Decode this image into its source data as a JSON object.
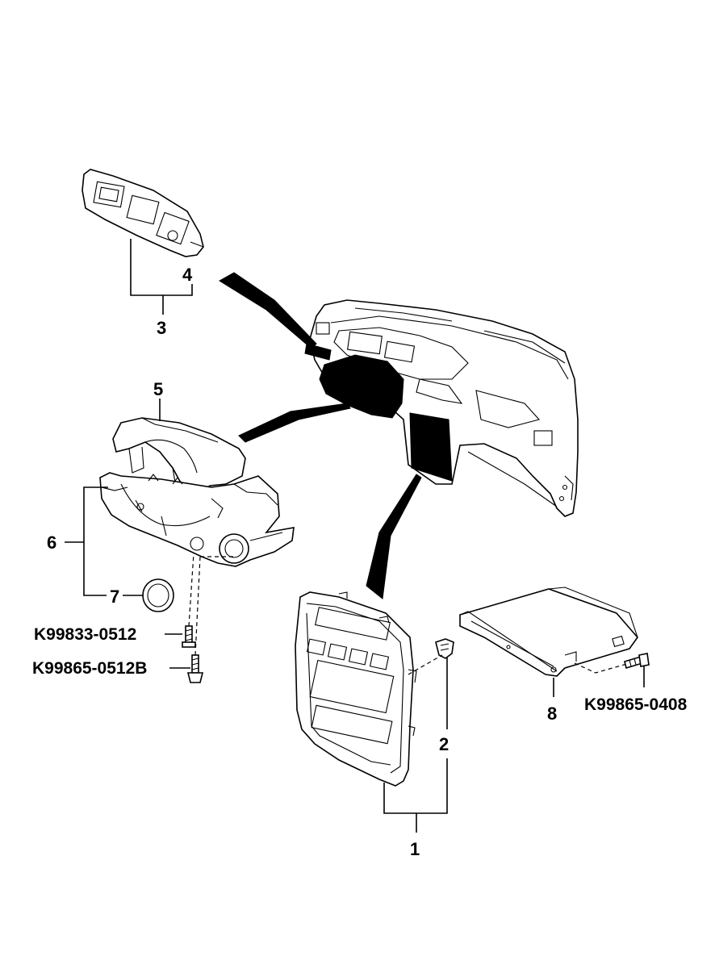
{
  "diagram": {
    "callouts": {
      "c1": "1",
      "c2": "2",
      "c3": "3",
      "c4": "4",
      "c5": "5",
      "c6": "6",
      "c7": "7",
      "c8": "8"
    },
    "part_numbers": {
      "p1": "K99833-0512",
      "p2": "K99865-0512B",
      "p3": "K99865-0408"
    }
  }
}
